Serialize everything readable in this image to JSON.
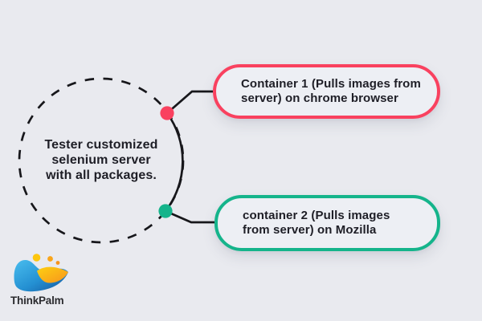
{
  "canvas": {
    "background": "#e9eaef"
  },
  "hub": {
    "lines": [
      "Tester customized",
      "selenium server",
      "with all packages."
    ],
    "border_style": "dashed"
  },
  "nodes": [
    {
      "lines": [
        "Container 1 (Pulls images from",
        "server) on chrome browser"
      ],
      "accent": "#f9415f"
    },
    {
      "lines": [
        "container 2 (Pulls images",
        "from server) on Mozilla"
      ],
      "accent": "#15b48b"
    }
  ],
  "colors": {
    "red": "#f9415f",
    "teal": "#15b48b",
    "line": "#17171b",
    "text": "#1e1e26",
    "node_fill": "#edeff4"
  },
  "logo": {
    "brand": "ThinkPalm",
    "blue_light": "#3fb8ec",
    "blue_dark": "#1760aa",
    "yellow": "#fdc60e",
    "orange": "#f7941d"
  }
}
